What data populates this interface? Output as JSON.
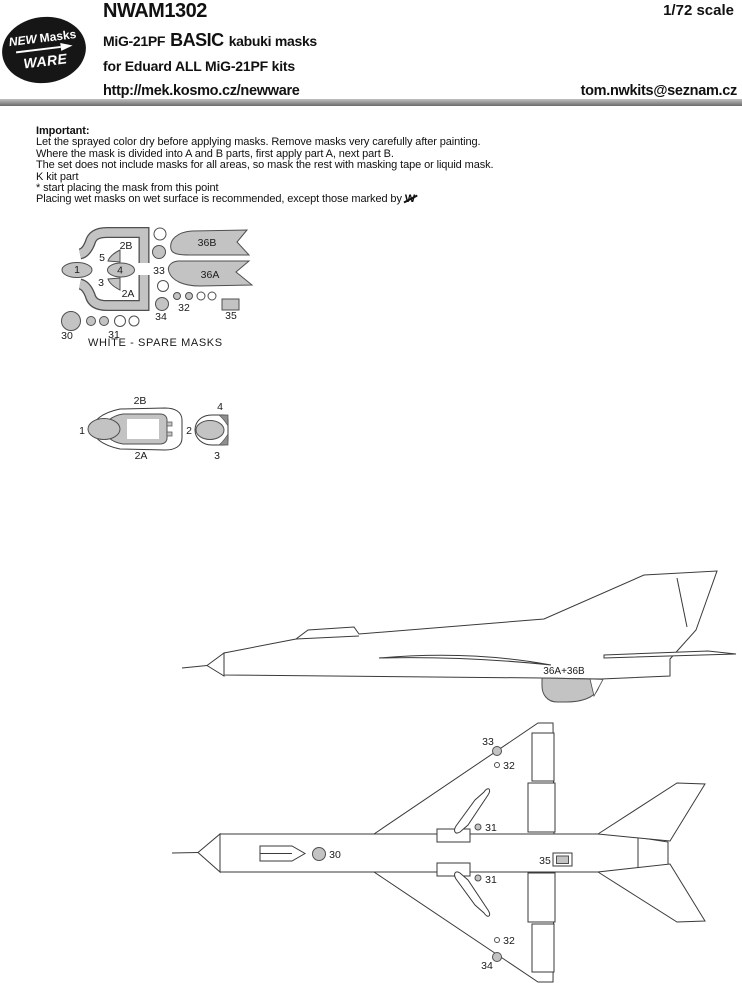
{
  "header": {
    "logo": {
      "word1": "NEW",
      "word2": "Masks",
      "word3": "WARE"
    },
    "code": "NWAM1302",
    "scale": "1/72 scale",
    "title_model": "MiG-21PF",
    "title_grade": "BASIC",
    "title_rest": "kabuki masks",
    "subtitle": "for Eduard ALL  MiG-21PF kits",
    "website": "http://mek.kosmo.cz/newware",
    "email": "tom.nwkits@seznam.cz"
  },
  "instructions": {
    "heading": "Important:",
    "lines": [
      "Let the sprayed color dry before applying masks. Remove masks very carefully after painting.",
      "Where the mask is divided into A and B parts, first apply part A, next part B.",
      "The set does not include masks for all areas, so mask the rest with masking tape or liquid mask.",
      "K kit part",
      "* start placing the mask from this point",
      "Placing wet masks on wet surface is recommended, except those marked by"
    ],
    "no_wet_symbol": "W"
  },
  "sheet": {
    "caption": "WHITE - SPARE MASKS",
    "labels": {
      "p1": "1",
      "p2a": "2A",
      "p2b": "2B",
      "p3": "3",
      "p4": "4",
      "p5": "5",
      "p30": "30",
      "p31": "31",
      "p32": "32",
      "p33": "33",
      "p34": "34",
      "p35": "35",
      "p36a": "36A",
      "p36b": "36B"
    }
  },
  "canopy": {
    "labels": {
      "c1": "1",
      "c2": "2",
      "c3": "3",
      "c4": "4",
      "c2a": "2A",
      "c2b": "2B"
    }
  },
  "side_view": {
    "mask_label": "36A+36B"
  },
  "bottom_view": {
    "labels": {
      "b30": "30",
      "b31_upper": "31",
      "b31_lower": "31",
      "b32_upper": "32",
      "b32_lower": "32",
      "b33": "33",
      "b34": "34",
      "b35": "35"
    }
  },
  "colors": {
    "mask_gray": "#c3c3c3",
    "outline": "#4f4f4f",
    "line_art": "#3a3a3a"
  }
}
